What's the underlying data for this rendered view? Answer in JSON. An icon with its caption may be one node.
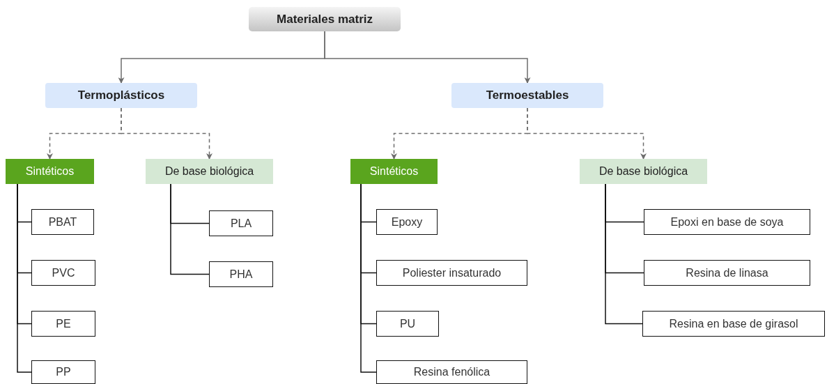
{
  "diagram": {
    "nodes": [
      {
        "text": [
          "Materiales matriz"
        ]
      },
      {
        "text": [
          "Termoplásticos"
        ]
      },
      {
        "text": [
          "Termoestables"
        ]
      },
      {
        "text": [
          "Sintéticos"
        ]
      },
      {
        "text": [
          "De base biológica"
        ]
      },
      {
        "text": [
          "PBAT"
        ]
      },
      {
        "text": [
          "PVC"
        ]
      },
      {
        "text": [
          "PE"
        ]
      },
      {
        "text": [
          "PP"
        ]
      },
      {
        "text": [
          "PLA"
        ]
      },
      {
        "text": [
          "PHA"
        ]
      },
      {
        "text": [
          "Sintéticos"
        ]
      },
      {
        "text": [
          "De base biológica"
        ]
      },
      {
        "text": [
          "Epoxy"
        ]
      },
      {
        "text": [
          "Poliester insaturado"
        ]
      },
      {
        "text": [
          "PU"
        ]
      },
      {
        "text": [
          "Resina fenólica"
        ]
      },
      {
        "text": [
          "Epoxi en base de soya"
        ]
      },
      {
        "text": [
          "Resina de linasa"
        ]
      },
      {
        "text": [
          "Resina en base de girasol"
        ]
      }
    ],
    "edges": [
      {
        "from": 0,
        "to": 1,
        "arrow": "to",
        "color": "#6d6d6d"
      },
      {
        "from": 0,
        "to": 2,
        "arrow": "to",
        "color": "#6d6d6d"
      },
      {
        "from": 1,
        "to": 3,
        "arrow": "to",
        "style": "dashed",
        "color": "#6d6d6d"
      },
      {
        "from": 1,
        "to": 4,
        "arrow": "to",
        "style": "dashed",
        "color": "#6d6d6d"
      },
      {
        "from": 2,
        "to": 11,
        "arrow": "to",
        "style": "dashed",
        "color": "#6d6d6d"
      },
      {
        "from": 2,
        "to": 12,
        "arrow": "to",
        "style": "dashed",
        "color": "#6d6d6d"
      },
      {
        "from": 3,
        "to": 5,
        "arrow": "none"
      },
      {
        "from": 3,
        "to": 6,
        "arrow": "none"
      },
      {
        "from": 3,
        "to": 7,
        "arrow": "none"
      },
      {
        "from": 3,
        "to": 8,
        "arrow": "none"
      },
      {
        "from": 4,
        "to": 9,
        "arrow": "none"
      },
      {
        "from": 4,
        "to": 10,
        "arrow": "none"
      },
      {
        "from": 11,
        "to": 13,
        "arrow": "none"
      },
      {
        "from": 11,
        "to": 14,
        "arrow": "none"
      },
      {
        "from": 11,
        "to": 15,
        "arrow": "none"
      },
      {
        "from": 11,
        "to": 16,
        "arrow": "none"
      },
      {
        "from": 12,
        "to": 17,
        "arrow": "none"
      },
      {
        "from": 12,
        "to": 18,
        "arrow": "none"
      },
      {
        "from": 12,
        "to": 19,
        "arrow": "none"
      }
    ]
  }
}
